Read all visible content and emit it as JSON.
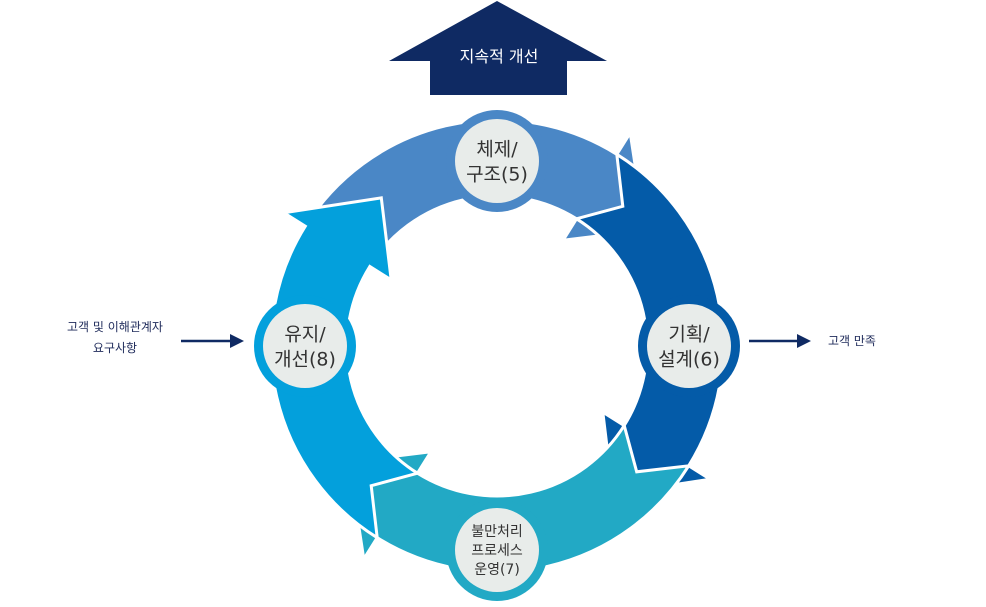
{
  "diagram": {
    "type": "cycle",
    "title_arrow": {
      "label": "지속적 개선",
      "color": "#0f2a63"
    },
    "input": {
      "lines": [
        "고객 및 이해관계자",
        "요구사항"
      ],
      "color": "#1e2a5a"
    },
    "output": {
      "lines": [
        "고객 만족"
      ],
      "color": "#1e2a5a"
    },
    "connector_color": "#0f2a63",
    "node_fill": "#e8ecea",
    "stages": [
      {
        "id": "structure",
        "lines": [
          "체제/",
          "구조(5)"
        ],
        "position": "top",
        "color": "#4a87c6"
      },
      {
        "id": "planning",
        "lines": [
          "기획/",
          "설계(6)"
        ],
        "position": "right",
        "color": "#045ba8"
      },
      {
        "id": "complaint",
        "lines": [
          "불만처리",
          "프로세스",
          "운영(7)"
        ],
        "position": "bottom",
        "color": "#22a9c5"
      },
      {
        "id": "maintenance",
        "lines": [
          "유지/",
          "개선(8)"
        ],
        "position": "left",
        "color": "#03a0dc"
      }
    ]
  }
}
